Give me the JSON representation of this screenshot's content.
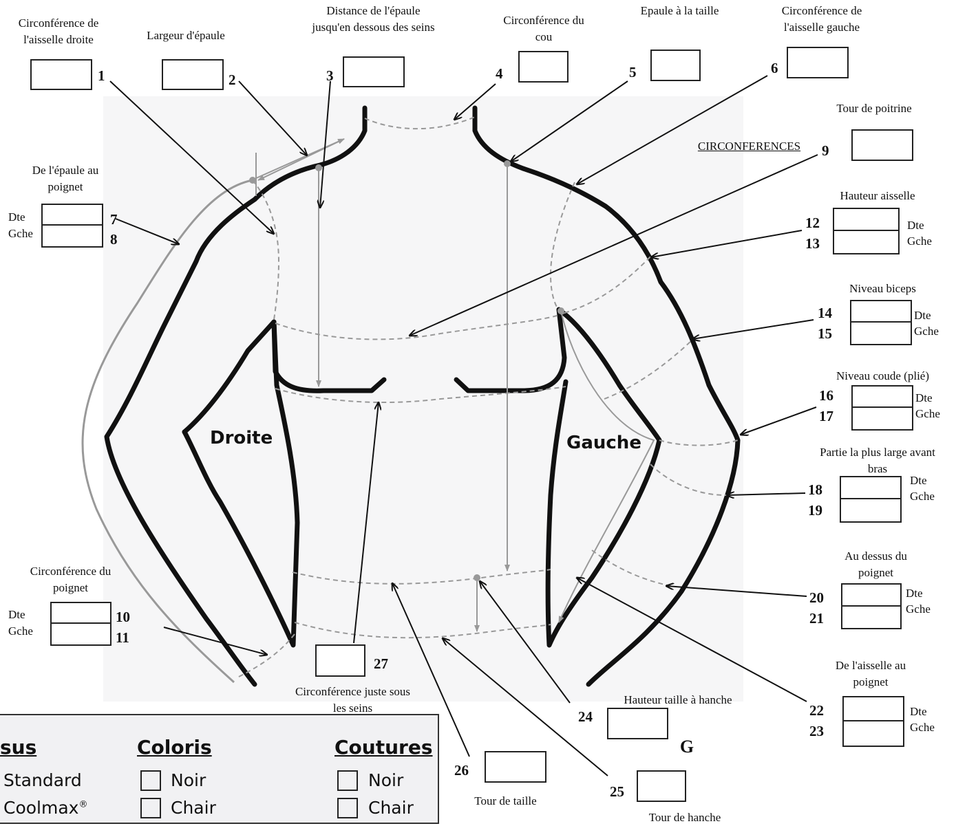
{
  "labels": {
    "armpit_right": "Circonférence de l'aisselle droite",
    "shoulder_width": "Largeur d'épaule",
    "shoulder_under_bust": "Distance de l'épaule jusqu'en dessous des seins",
    "neck": "Circonférence du cou",
    "shoulder_waist": "Epaule à la taille",
    "armpit_left": "Circonférence de l'aisselle gauche",
    "chest": "Tour de poitrine",
    "circumferences": "CIRCONFERENCES",
    "shoulder_wrist": "De l'épaule au poignet",
    "armpit_height": "Hauteur aisselle",
    "biceps": "Niveau biceps",
    "elbow": "Niveau coude (plié)",
    "forearm": "Partie la plus large avant bras",
    "above_wrist": "Au dessus du poignet",
    "wrist": "Circonférence du poignet",
    "armpit_wrist": "De l'aisselle au poignet",
    "waist_hip_height": "Hauteur taille à hanche",
    "under_bust": "Circonférence juste sous les seins",
    "waist": "Tour de taille",
    "hip": "Tour de hanche",
    "right": "Droite",
    "left": "Gauche",
    "g_mark": "G"
  },
  "side": {
    "dte": "Dte",
    "gche": "Gche"
  },
  "numbers": [
    "1",
    "2",
    "3",
    "4",
    "5",
    "6",
    "7",
    "8",
    "9",
    "10",
    "11",
    "12",
    "13",
    "14",
    "15",
    "16",
    "17",
    "18",
    "19",
    "20",
    "21",
    "22",
    "23",
    "24",
    "25",
    "26",
    "27"
  ],
  "legend": {
    "tissus_heading": "sus",
    "tissus_options": [
      "Standard",
      "Coolmax"
    ],
    "coolmax_mark": "®",
    "coloris_heading": "Coloris",
    "coloris_options": [
      "Noir",
      "Chair"
    ],
    "coutures_heading": "Coutures",
    "coutures_options": [
      "Noir",
      "Chair"
    ]
  }
}
